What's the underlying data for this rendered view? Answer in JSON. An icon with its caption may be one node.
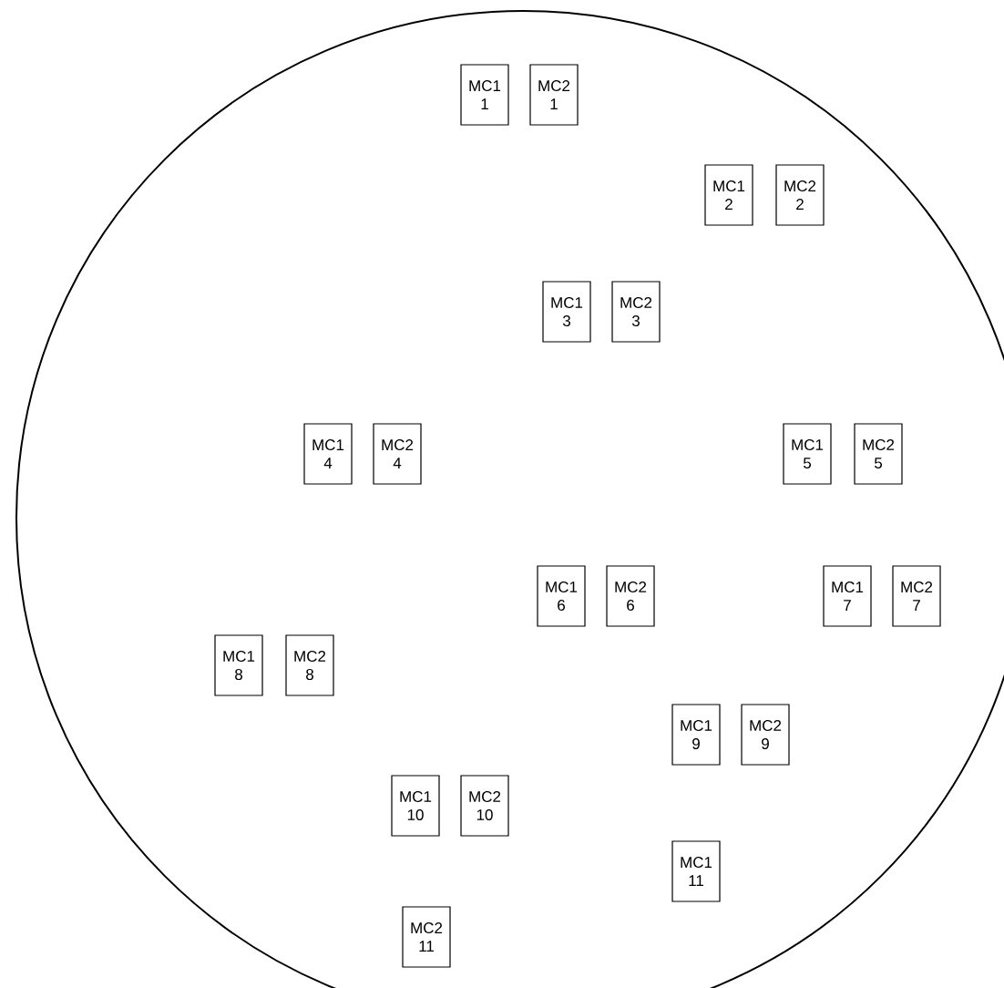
{
  "diagram": {
    "nodes": [
      {
        "text": [
          "MC1 1"
        ]
      },
      {
        "text": [
          "MC2 1"
        ]
      },
      {
        "text": [
          "MC1 2"
        ]
      },
      {
        "text": [
          "MC2 2"
        ]
      },
      {
        "text": [
          "MC1 3"
        ]
      },
      {
        "text": [
          "MC2 3"
        ]
      },
      {
        "text": [
          "MC1 4"
        ]
      },
      {
        "text": [
          "MC2 4"
        ]
      },
      {
        "text": [
          "MC1 5"
        ]
      },
      {
        "text": [
          "MC2 5"
        ]
      },
      {
        "text": [
          "MC1 6"
        ]
      },
      {
        "text": [
          "MC2 6"
        ]
      },
      {
        "text": [
          "MC1 7"
        ]
      },
      {
        "text": [
          "MC2 7"
        ]
      },
      {
        "text": [
          "MC1 8"
        ]
      },
      {
        "text": [
          "MC2 8"
        ]
      },
      {
        "text": [
          "MC1 9"
        ]
      },
      {
        "text": [
          "MC2 9"
        ]
      },
      {
        "text": [
          "MC1 10"
        ]
      },
      {
        "text": [
          "MC2 10"
        ]
      },
      {
        "text": [
          "MC1 11"
        ]
      },
      {
        "text": [
          "MC2 11"
        ]
      }
    ]
  }
}
